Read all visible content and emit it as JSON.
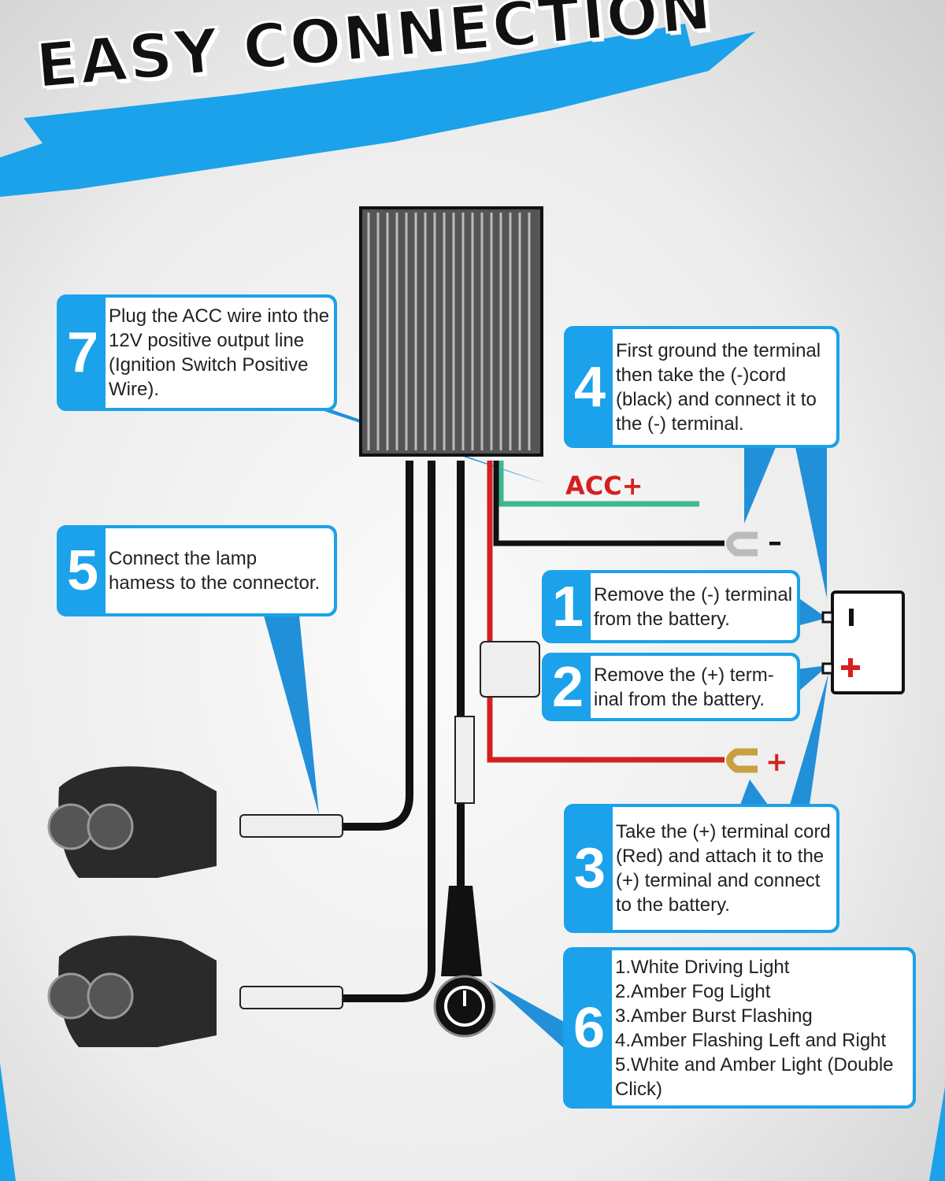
{
  "title": "EASY CONNECTION",
  "labels": {
    "acc": "ACC",
    "acc_plus": "+",
    "neg": "–",
    "pos": "+"
  },
  "steps": [
    {
      "num": "7",
      "lines": [
        "Plug the ACC wire into the",
        "12V positive output line",
        "(Ignition Switch Positive",
        "Wire)."
      ]
    },
    {
      "num": "4",
      "lines": [
        "First ground the terminal",
        "then take the (-)cord",
        "(black) and connect it to",
        "the (-) terminal."
      ]
    },
    {
      "num": "5",
      "lines": [
        "Connect the lamp",
        "hamess to the connector."
      ]
    },
    {
      "num": "1",
      "lines": [
        "Remove the (-) terminal",
        "from the battery."
      ]
    },
    {
      "num": "2",
      "lines": [
        "Remove the (+) term-",
        "inal from the battery."
      ]
    },
    {
      "num": "3",
      "lines": [
        "Take the (+) terminal cord",
        "(Red) and attach it to the",
        "(+) terminal and connect",
        "to the battery."
      ]
    },
    {
      "num": "6",
      "lines": [
        "1.White Driving Light",
        "2.Amber Fog Light",
        "3.Amber Burst Flashing",
        "4.Amber Flashing Left and Right",
        "5.White and Amber Light (Double",
        "Click)"
      ]
    }
  ],
  "colors": {
    "accent": "#1ba2ea",
    "red": "#d42020",
    "green": "#3db891"
  }
}
